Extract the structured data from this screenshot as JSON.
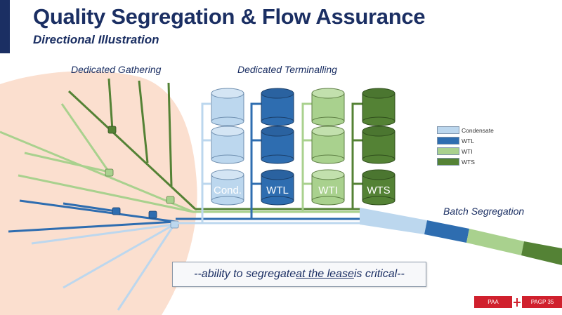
{
  "header": {
    "title": "Quality Segregation & Flow Assurance",
    "subtitle": "Directional Illustration"
  },
  "sections": {
    "gathering_label": "Dedicated Gathering",
    "terminalling_label": "Dedicated Terminalling",
    "batch_label": "Batch Segregation"
  },
  "tanks": {
    "columns": [
      {
        "label": "Cond.",
        "color": "#bcd7ee"
      },
      {
        "label": "WTL",
        "color": "#2e6db0"
      },
      {
        "label": "WTI",
        "color": "#a9d18e"
      },
      {
        "label": "WTS",
        "color": "#548235"
      }
    ]
  },
  "legend": {
    "items": [
      {
        "label": "Condensate",
        "color": "#bcd7ee"
      },
      {
        "label": "WTL",
        "color": "#2e6db0"
      },
      {
        "label": "WTI",
        "color": "#a9d18e"
      },
      {
        "label": "WTS",
        "color": "#548235"
      }
    ]
  },
  "callout": {
    "prefix": "--ability to segregate ",
    "emphasis": "at the lease",
    "suffix": " is critical--"
  },
  "footer": {
    "left": "PAA",
    "right": "PAGP  35",
    "colors": {
      "bar": "#d0202d"
    }
  }
}
